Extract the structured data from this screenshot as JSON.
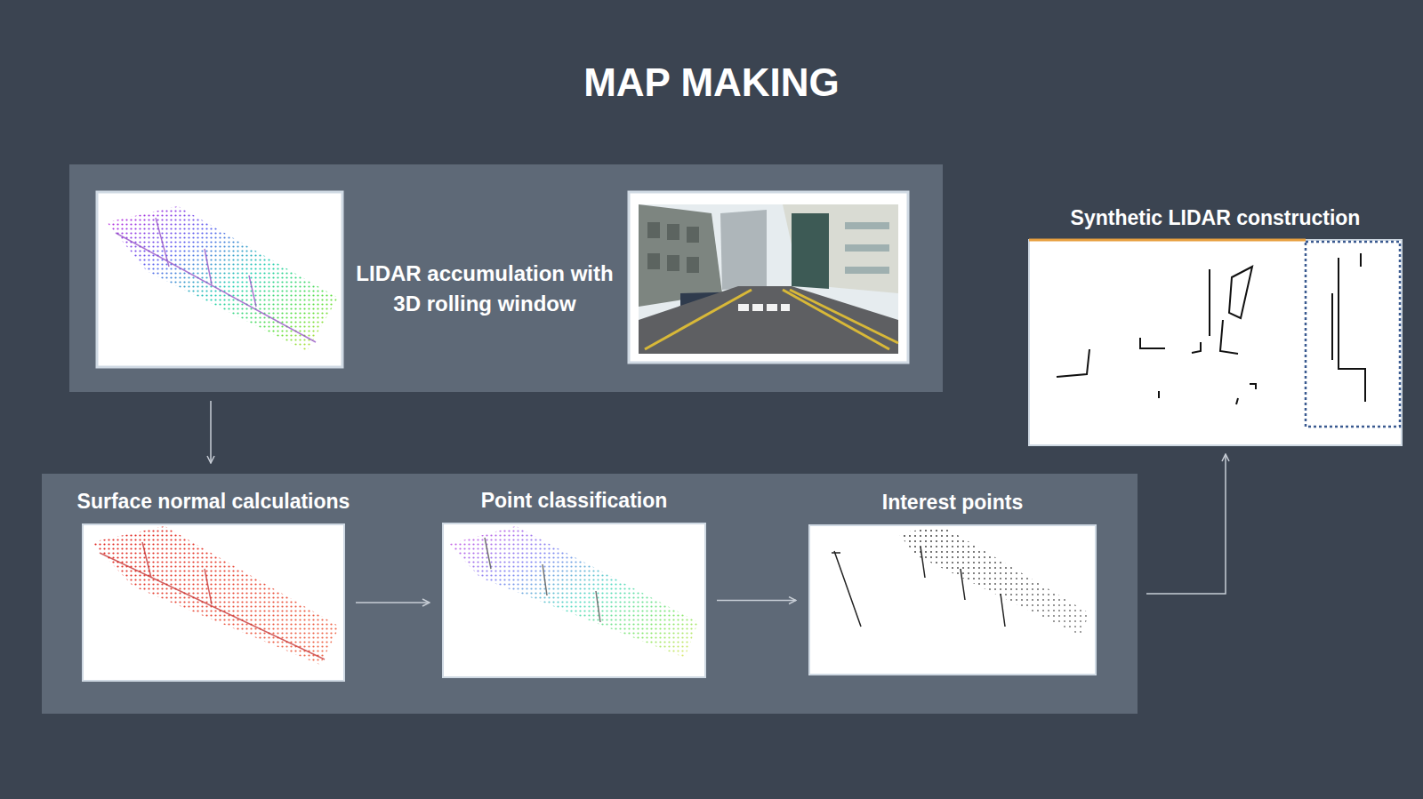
{
  "diagram": {
    "title": "MAP MAKING",
    "nodes": [
      {
        "text": [
          "LIDAR accumulation with 3D rolling window"
        ]
      },
      {
        "text": []
      },
      {
        "text": [
          "Surface normal calculations"
        ],
        "in": 1
      },
      {
        "text": [
          "Point classification"
        ],
        "in": 1
      },
      {
        "text": [
          "Interest points"
        ],
        "in": 1
      },
      {
        "text": [
          "Synthetic LIDAR construction"
        ]
      }
    ],
    "edges": [
      {
        "from": 0,
        "to": 1,
        "arrow": "to"
      },
      {
        "from": 2,
        "to": 3,
        "arrow": "to"
      },
      {
        "from": 3,
        "to": 4,
        "arrow": "to"
      },
      {
        "from": 1,
        "to": 5,
        "arrow": "to"
      }
    ]
  }
}
